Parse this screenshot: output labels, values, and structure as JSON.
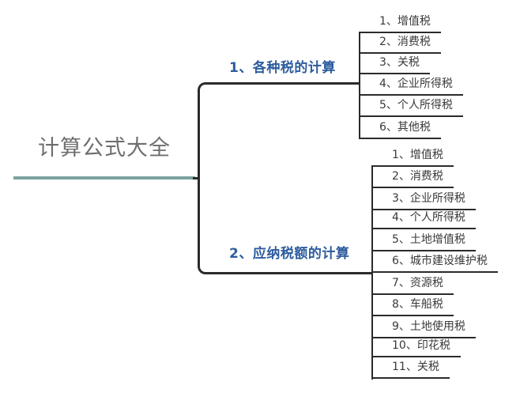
{
  "map": {
    "root": {
      "label": "计算公式大全"
    },
    "branches": [
      {
        "label": "1、各种税的计算",
        "children": [
          "1、增值税",
          "2、消费税",
          "3、关税",
          "4、企业所得税",
          "5、个人所得税",
          "6、其他税"
        ]
      },
      {
        "label": "2、应纳税额的计算",
        "children": [
          "1、增值税",
          "2、消费税",
          "3、企业所得税",
          "4、个人所得税",
          "5、土地增值税",
          "6、城市建设维护税",
          "7、资源税",
          "8、车船税",
          "9、土地使用税",
          "10、印花税",
          "11、关税"
        ]
      }
    ],
    "colors": {
      "root_underline": "#7aa29e",
      "branch_text": "#2d5c9e",
      "connector_line": "#2b2b2b",
      "root_text": "#6e6e6e",
      "child_text": "#3a3a3a"
    }
  }
}
